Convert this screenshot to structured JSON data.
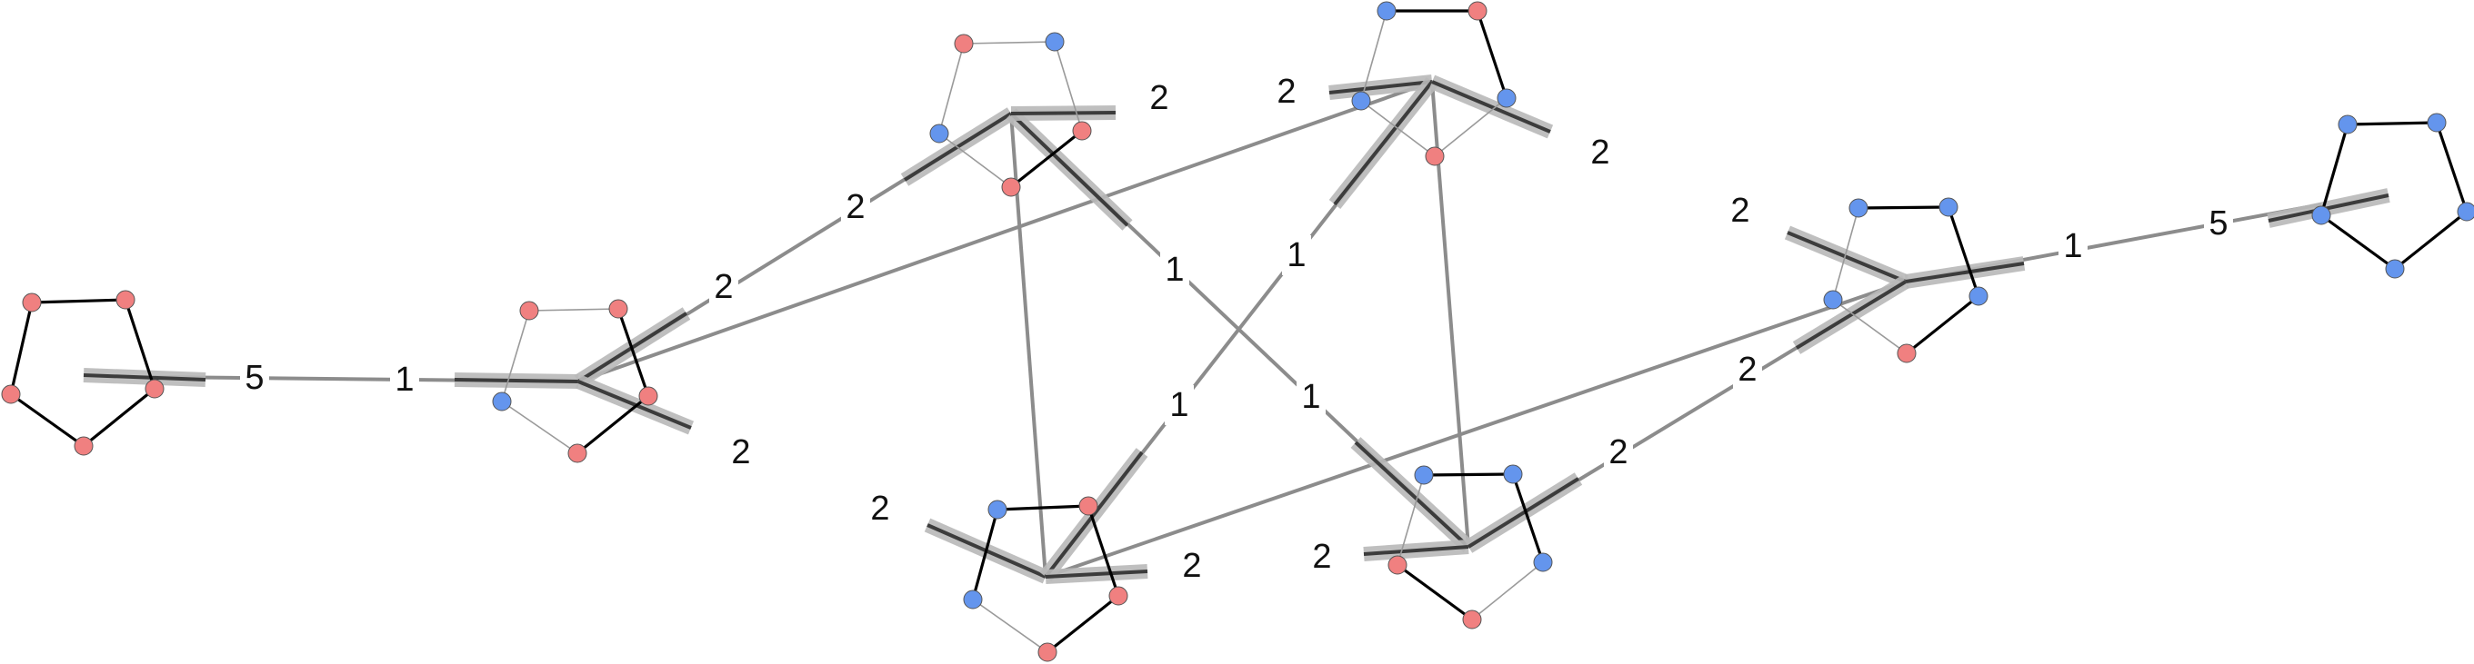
{
  "diagram": {
    "colors": {
      "node_red": "#f08080",
      "node_blue": "#6495ed",
      "edge": "#8c8c8c",
      "highlight_outer": "#b8b8b8",
      "highlight_inner": "#3c3c3c",
      "ring_bold": "#000000",
      "ring_thin": "#9a9a9a"
    },
    "graphs": [
      {
        "id": "A",
        "ring_nodes": [
          "red",
          "red",
          "red",
          "red",
          "red"
        ],
        "bold_ring_edges": [
          0,
          1,
          2,
          3,
          4
        ]
      },
      {
        "id": "B",
        "ring_nodes": [
          "red",
          "red",
          "red",
          "red",
          "blue"
        ],
        "bold_ring_edges": [
          1,
          2
        ]
      },
      {
        "id": "C",
        "ring_nodes": [
          "red",
          "blue",
          "red",
          "red",
          "blue"
        ],
        "bold_ring_edges": [
          2
        ]
      },
      {
        "id": "D",
        "ring_nodes": [
          "blue",
          "red",
          "blue",
          "red",
          "blue"
        ],
        "bold_ring_edges": [
          0,
          1
        ]
      },
      {
        "id": "E",
        "ring_nodes": [
          "blue",
          "red",
          "red",
          "red",
          "blue"
        ],
        "bold_ring_edges": [
          0,
          1,
          2,
          4
        ]
      },
      {
        "id": "F",
        "ring_nodes": [
          "blue",
          "blue",
          "blue",
          "red",
          "red"
        ],
        "bold_ring_edges": [
          0,
          1,
          3
        ]
      },
      {
        "id": "G",
        "ring_nodes": [
          "blue",
          "blue",
          "blue",
          "red",
          "blue"
        ],
        "bold_ring_edges": [
          0,
          1,
          2
        ]
      },
      {
        "id": "H",
        "ring_nodes": [
          "blue",
          "blue",
          "blue",
          "blue",
          "blue"
        ],
        "bold_ring_edges": [
          0,
          1,
          2,
          3,
          4
        ]
      }
    ],
    "edges": [
      {
        "from": "A",
        "to": "B",
        "label_from": "5",
        "label_to": "1"
      },
      {
        "from": "B",
        "to": "C",
        "label_from": "2",
        "label_to": "2"
      },
      {
        "from": "B",
        "to": "D",
        "label_from": "2",
        "label_to": "2"
      },
      {
        "from": "C",
        "to": "E",
        "label_from": "2",
        "label_to": "2"
      },
      {
        "from": "C",
        "to": "F",
        "label_from": "1",
        "label_to": "1"
      },
      {
        "from": "D",
        "to": "E",
        "label_from": "1",
        "label_to": "1"
      },
      {
        "from": "D",
        "to": "F",
        "label_from": "2",
        "label_to": "2"
      },
      {
        "from": "E",
        "to": "G",
        "label_from": "2",
        "label_to": "2"
      },
      {
        "from": "F",
        "to": "G",
        "label_from": "2",
        "label_to": "2"
      },
      {
        "from": "G",
        "to": "H",
        "label_from": "1",
        "label_to": "5"
      }
    ]
  }
}
